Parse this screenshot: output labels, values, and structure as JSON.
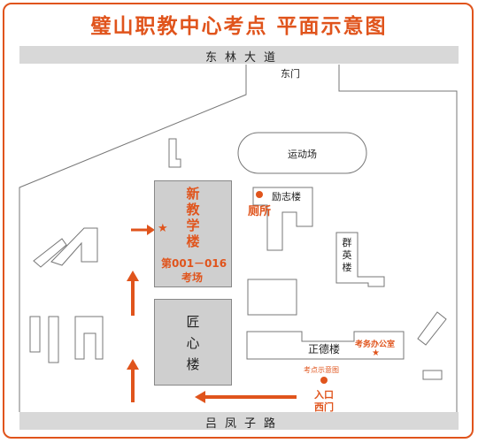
{
  "title": "璧山职教中心考点 平面示意图",
  "roads": {
    "north": "东林大道",
    "south": "吕凤子路"
  },
  "gates": {
    "east_gate": "东门",
    "west_gate_line1": "入口",
    "west_gate_line2": "西门"
  },
  "buildings": {
    "playground": "运动场",
    "lizhi": "励志楼",
    "toilet": "厕所",
    "qunying": [
      "群",
      "英",
      "楼"
    ],
    "zhengde": "正德楼",
    "exam_office": "考务办公室",
    "xinjiaoxue": [
      "新",
      "教",
      "学",
      "楼"
    ],
    "exam_rooms_line1": "第001－016",
    "exam_rooms_line2": "考场",
    "jiangxin": [
      "匠",
      "心",
      "楼"
    ],
    "exam_map_sign": "考点示意图"
  },
  "colors": {
    "accent": "#e0541c",
    "building_fill": "#cfcfcf",
    "road_fill": "#d8d8d8",
    "outline": "#777777"
  }
}
